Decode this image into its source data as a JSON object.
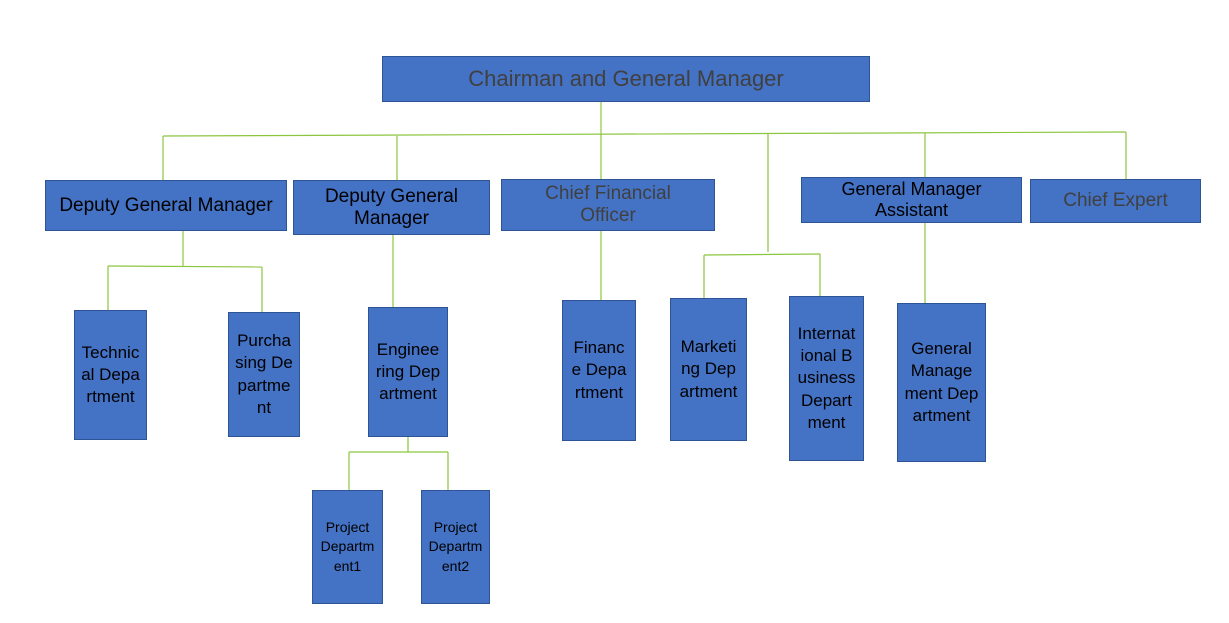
{
  "nodes": {
    "chairman": "Chairman and General Manager",
    "deputy_gm_1": "Deputy General Manager",
    "deputy_gm_2": "Deputy General Manager",
    "cfo": "Chief Financial Officer",
    "gm_assistant": "General Manager Assistant",
    "chief_expert": "Chief Expert",
    "technical_dept": "Technical Department",
    "purchasing_dept": "Purchasing Department",
    "engineering_dept": "Engineering Department",
    "finance_dept": "Finance Department",
    "marketing_dept": "Marketing Department",
    "international_dept": "International Business Department",
    "general_management_dept": "General Management Department",
    "project_dept_1": "Project Department1",
    "project_dept_2": "Project Department2"
  },
  "colors": {
    "box_fill": "#4472c4",
    "box_border": "#2f5496",
    "connector": "#8cc63f"
  }
}
